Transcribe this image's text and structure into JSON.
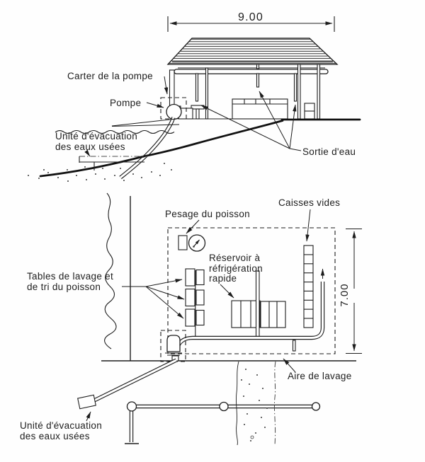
{
  "figure_type": "technical-drawing",
  "colors": {
    "ink": "#1d1d1d",
    "paper": "#fefefe"
  },
  "elevation": {
    "dimension_width": "9.00",
    "labels": {
      "pump_casing": "Carter de la pompe",
      "pump": "Pompe",
      "waste_unit_line1": "Unité d'évacuation",
      "waste_unit_line2": "des eaux usées",
      "water_outlet": "Sortie d'eau"
    }
  },
  "plan": {
    "dimension_depth": "7.00",
    "labels": {
      "fish_weighing": "Pesage du poisson",
      "empty_crates": "Caisses vides",
      "wash_tables_line1": "Tables de lavage et",
      "wash_tables_line2": "de tri du poisson",
      "chill_tank_line1": "Réservoir à",
      "chill_tank_line2": "réfrigération",
      "chill_tank_line3": "rapide",
      "washing_area": "Aire de lavage",
      "waste_unit_line1": "Unité d'évacuation",
      "waste_unit_line2": "des eaux usées"
    }
  }
}
